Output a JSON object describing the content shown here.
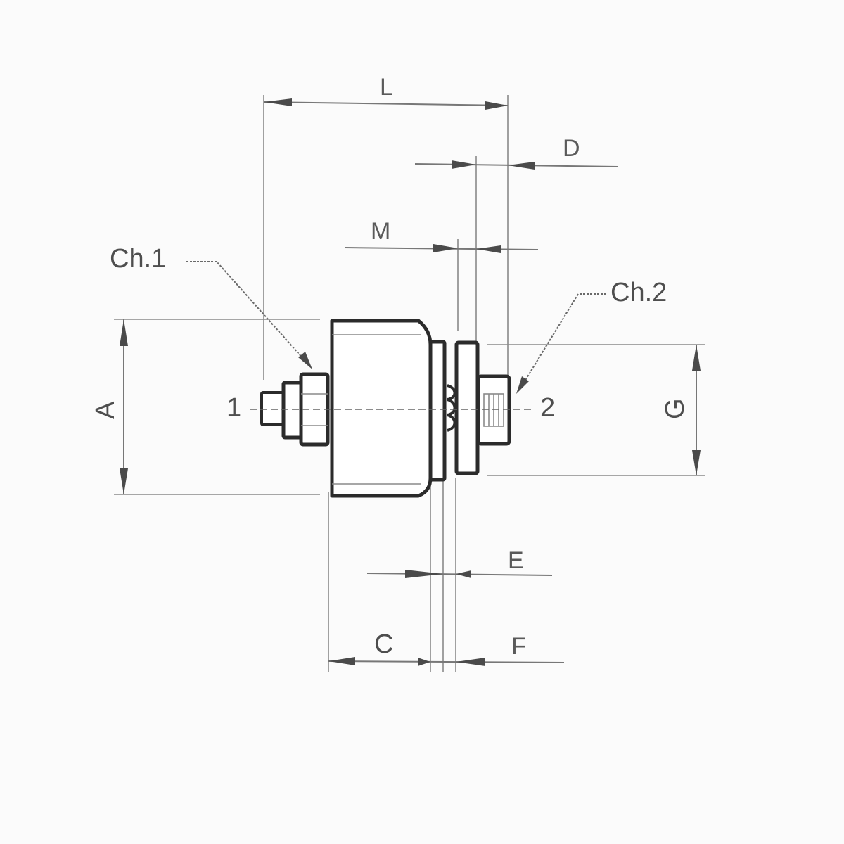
{
  "diagram": {
    "labels": {
      "L": "L",
      "D": "D",
      "M": "M",
      "ch1": "Ch.1",
      "ch2": "Ch.2",
      "A": "A",
      "G": "G",
      "port1": "1",
      "port2": "2",
      "E": "E",
      "C": "C",
      "F": "F"
    }
  }
}
